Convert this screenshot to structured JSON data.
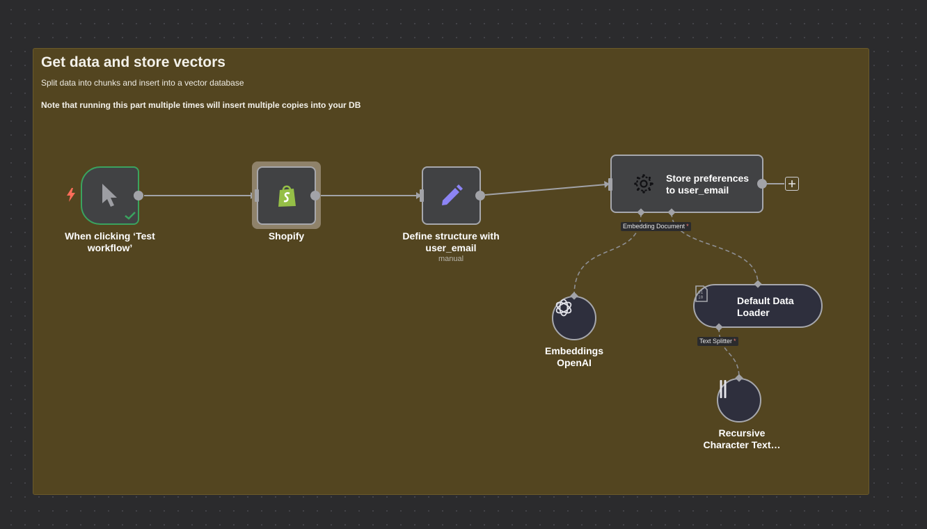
{
  "sticky_note": {
    "title": "Get data and store vectors",
    "subtitle": "Split data into chunks and insert into a vector database",
    "note": "Note that running this part multiple times will insert multiple copies into your DB"
  },
  "nodes": {
    "trigger": {
      "label": "When clicking ‘Test workflow’",
      "icon": "mouse-pointer-icon",
      "status": "success"
    },
    "shopify": {
      "label": "Shopify",
      "icon": "shopify-icon"
    },
    "define": {
      "label": "Define structure with user_email",
      "sublabel": "manual",
      "icon": "pencil-icon"
    },
    "store": {
      "label": "Store preferences to user_email",
      "icon": "pinecone-icon"
    },
    "embeddings": {
      "label": "Embeddings OpenAI",
      "icon": "openai-icon"
    },
    "loader": {
      "label": "Default Data Loader",
      "icon": "binary-file-icon"
    },
    "splitter": {
      "label": "Recursive Character Text…",
      "icon": "text-splitter-icon"
    }
  },
  "connections": {
    "embedding_document": {
      "label": "Embedding Document",
      "required_mark": "*"
    },
    "text_splitter": {
      "label": "Text Splitter",
      "required_mark": "*"
    }
  },
  "colors": {
    "canvas": "#2b2b2d",
    "sticky": "#534520",
    "node": "#414244",
    "sub_node": "#2e2f3d",
    "success": "#3aa35f",
    "trigger_bolt": "#ff6d5a",
    "shopify": "#95bf47",
    "pencil": "#8c84f5"
  }
}
